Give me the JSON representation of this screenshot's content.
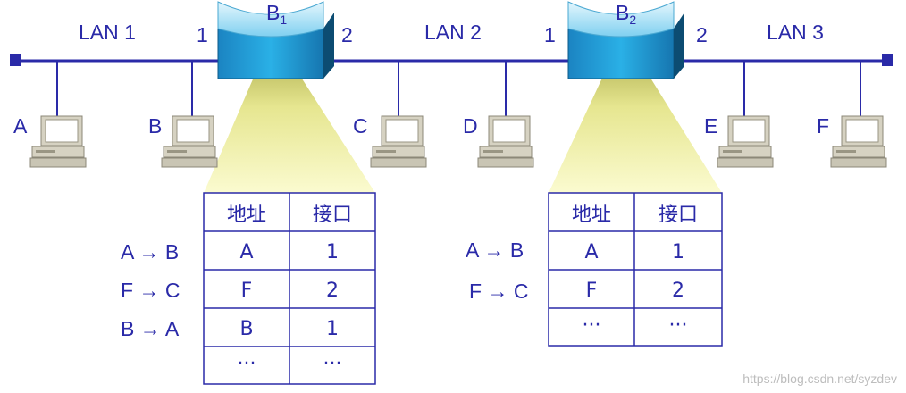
{
  "lans": [
    "LAN 1",
    "LAN 2",
    "LAN 3"
  ],
  "bridges": [
    {
      "name": "B",
      "sub": "1",
      "port_left": "1",
      "port_right": "2"
    },
    {
      "name": "B",
      "sub": "2",
      "port_left": "1",
      "port_right": "2"
    }
  ],
  "hosts": [
    "A",
    "B",
    "C",
    "D",
    "E",
    "F"
  ],
  "table1": {
    "headers": [
      "地址",
      "接口"
    ],
    "rows": [
      {
        "flow": "A → B",
        "addr": "A",
        "port": "1"
      },
      {
        "flow": "F → C",
        "addr": "F",
        "port": "2"
      },
      {
        "flow": "B → A",
        "addr": "B",
        "port": "1"
      },
      {
        "flow": "",
        "addr": "···",
        "port": "···"
      }
    ]
  },
  "table2": {
    "headers": [
      "地址",
      "接口"
    ],
    "rows": [
      {
        "flow": "A → B",
        "addr": "A",
        "port": "1"
      },
      {
        "flow": "F → C",
        "addr": "F",
        "port": "2"
      },
      {
        "flow": "",
        "addr": "···",
        "port": "···"
      }
    ]
  },
  "watermark": "https://blog.csdn.net/syzdev",
  "colors": {
    "line": "#2a2aa8",
    "bridge": "#29a3d6",
    "bridge_top": "#a8e0f5",
    "beam": "#f2f2a0",
    "text": "#2a2aa8"
  }
}
